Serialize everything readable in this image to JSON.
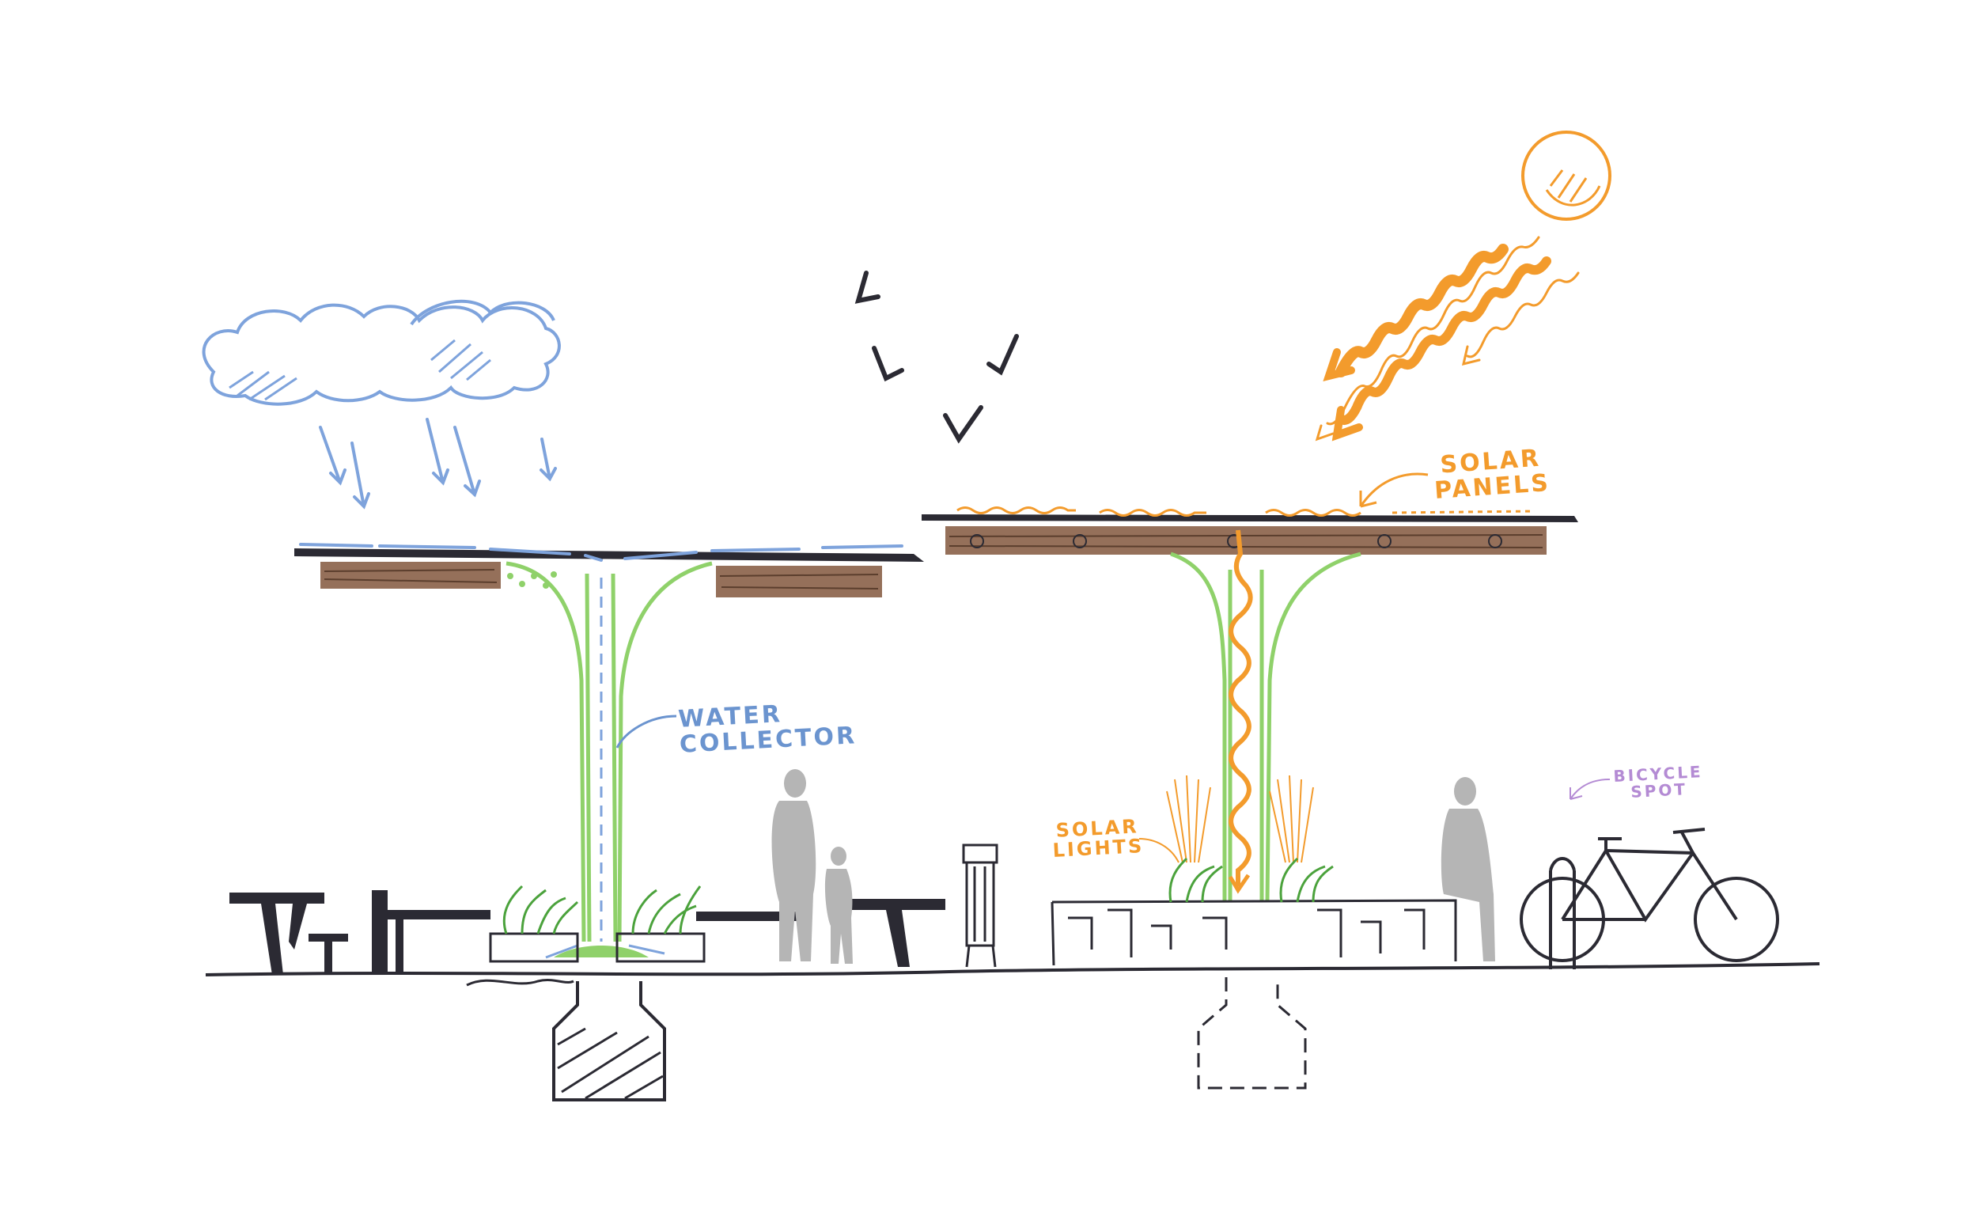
{
  "labels": {
    "water_line1": "WATER",
    "water_line2": "COLLECTOR",
    "solar_panels_line1": "SOLAR",
    "solar_panels_line2": "PANELS",
    "solar_lights_line1": "SOLAR",
    "solar_lights_line2": "LIGHTS",
    "bicycle_line1": "BICYCLE",
    "bicycle_line2": "SPOT"
  },
  "colors": {
    "ink": "#2b2a33",
    "rain": "#7ea3dc",
    "sun": "#f39b2c",
    "canopy": "#8a6048",
    "structure": "#8fd16a",
    "figures": "#a9a9a9",
    "bicycle_label": "#b48bd4",
    "water_label": "#6b94cf"
  }
}
